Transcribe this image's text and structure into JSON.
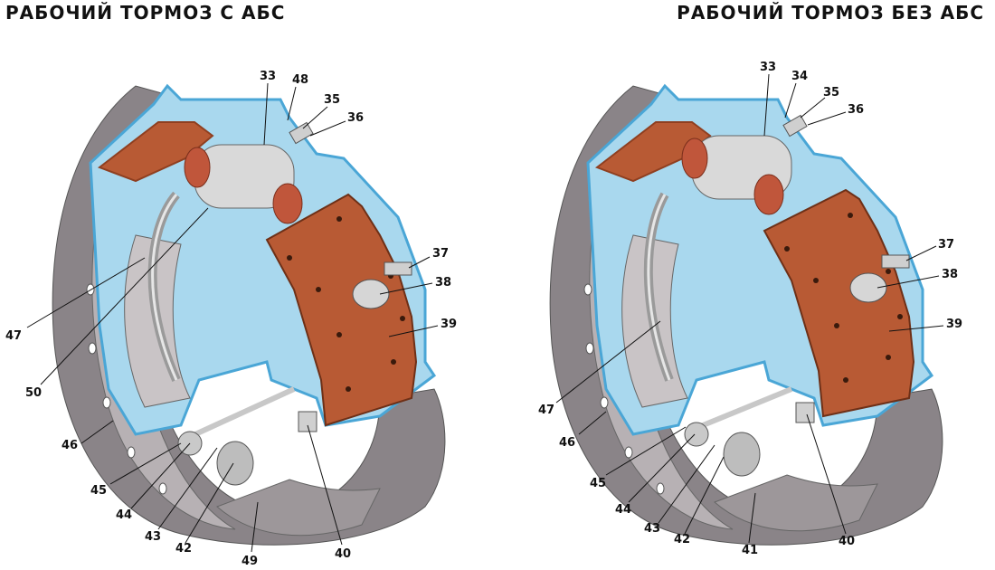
{
  "titles": {
    "left": "РАБОЧИЙ ТОРМОЗ С АБС",
    "right": "РАБОЧИЙ  ТОРМОЗ  БЕЗ АБС"
  },
  "colors": {
    "drum": "#8a8488",
    "drum_light": "#b7b1b4",
    "lining": "#b85a34",
    "lining_dark": "#8f3f20",
    "backplate": "#a9d8ee",
    "backplate_edge": "#4aa6d6",
    "cylinder": "#d9d9d9",
    "boot": "#c0563b"
  },
  "left_labels": [
    "33",
    "48",
    "35",
    "36",
    "37",
    "38",
    "39",
    "47",
    "50",
    "46",
    "45",
    "44",
    "43",
    "42",
    "49",
    "40"
  ],
  "right_labels": [
    "33",
    "34",
    "35",
    "36",
    "37",
    "38",
    "39",
    "47",
    "46",
    "45",
    "44",
    "43",
    "42",
    "41",
    "40"
  ]
}
